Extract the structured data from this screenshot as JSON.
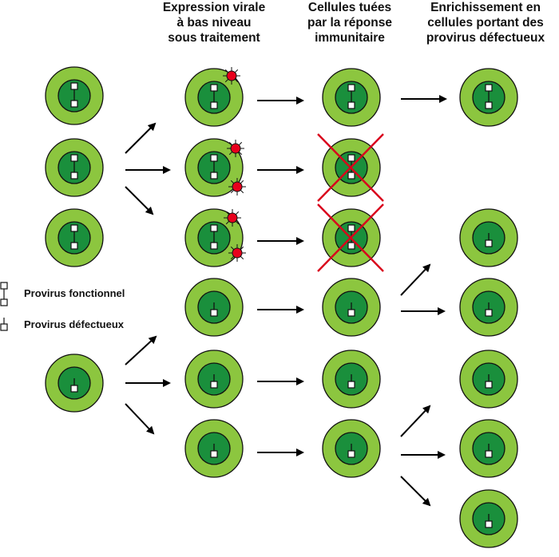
{
  "headings": [
    {
      "lines": [
        "Expression virale",
        "à bas niveau",
        "sous traitement"
      ]
    },
    {
      "lines": [
        "Cellules tuées",
        "par la réponse",
        "immunitaire"
      ]
    },
    {
      "lines": [
        "Enrichissement en",
        "cellules portant des",
        "provirus défectueux"
      ]
    }
  ],
  "legend": {
    "functional_label": "Provirus fonctionnel",
    "defective_label": "Provirus défectueux"
  },
  "colors": {
    "outer_cell": "#8cc63f",
    "inner_nucleus": "#1a8f3c",
    "outline": "#111111",
    "virion": "#e8001c",
    "cross": "#d9001b",
    "arrow": "#000000"
  }
}
